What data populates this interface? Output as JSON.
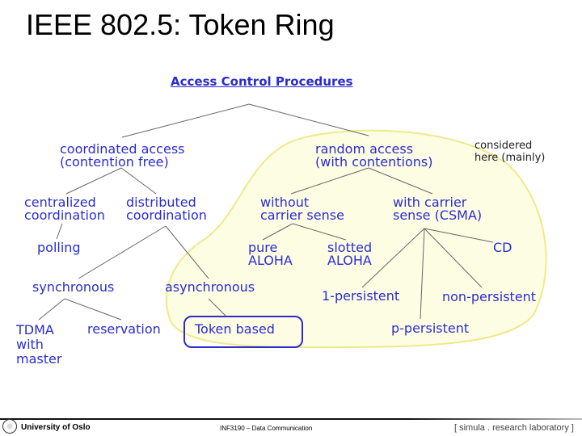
{
  "title": "IEEE 802.5: Token Ring",
  "diagram": {
    "heading": "Access Control Procedures",
    "note": "considered\nhere (mainly)",
    "nodes": {
      "coordinated": "coordinated access\n(contention free)",
      "random": "random access\n(with contentions)",
      "centralized": "centralized\ncoordination",
      "distributed": "distributed\ncoordination",
      "without_cs": "without\ncarrier sense",
      "with_cs": "with carrier\nsense (CSMA)",
      "polling": "polling",
      "pure_aloha": "pure\nALOHA",
      "slotted_aloha": "slotted\nALOHA",
      "cd": "CD",
      "synchronous": "synchronous",
      "asynchronous": "asynchronous",
      "one_persistent": "1-persistent",
      "non_persistent": "non-persistent",
      "tdma": "TDMA\nwith\nmaster",
      "reservation": "reservation",
      "token": "Token based",
      "p_persistent": "p-persistent"
    },
    "colors": {
      "text": "#2b2bd0",
      "region_fill": "#fdfde4",
      "region_stroke": "#efe98a",
      "highlight_stroke": "#2b2bd0"
    }
  },
  "footer": {
    "university": "University of Oslo",
    "course": "INF3190 – Data Communication",
    "lab": "[ simula . research laboratory ]"
  }
}
